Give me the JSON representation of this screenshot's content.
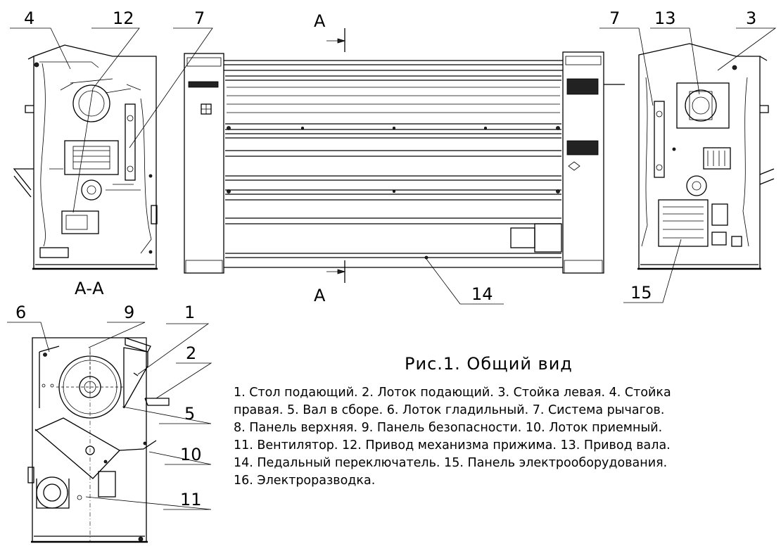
{
  "callouts": {
    "c4": "4",
    "c12": "12",
    "c7a": "7",
    "c7b": "7",
    "c13": "13",
    "c3": "3",
    "c14": "14",
    "c15": "15",
    "c6": "6",
    "c9": "9",
    "c1": "1",
    "c2": "2",
    "c5": "5",
    "c10": "10",
    "c11": "11"
  },
  "section": {
    "top_mark": "A",
    "bottom_mark": "A",
    "label": "А-А"
  },
  "caption": {
    "title": "Рис.1. Общий вид",
    "lines": [
      "1. Стол подающий. 2. Лоток подающий. 3. Стойка левая. 4. Стойка",
      "правая. 5. Вал в сборе. 6. Лоток гладильный. 7. Система рычагов.",
      "8. Панель верхняя. 9. Панель безопасности. 10. Лоток приемный.",
      "11. Вентилятор. 12. Привод механизма прижима. 13. Привод вала.",
      "14. Педальный переключатель. 15. Панель электрооборудования.",
      "16. Электроразводка."
    ]
  }
}
